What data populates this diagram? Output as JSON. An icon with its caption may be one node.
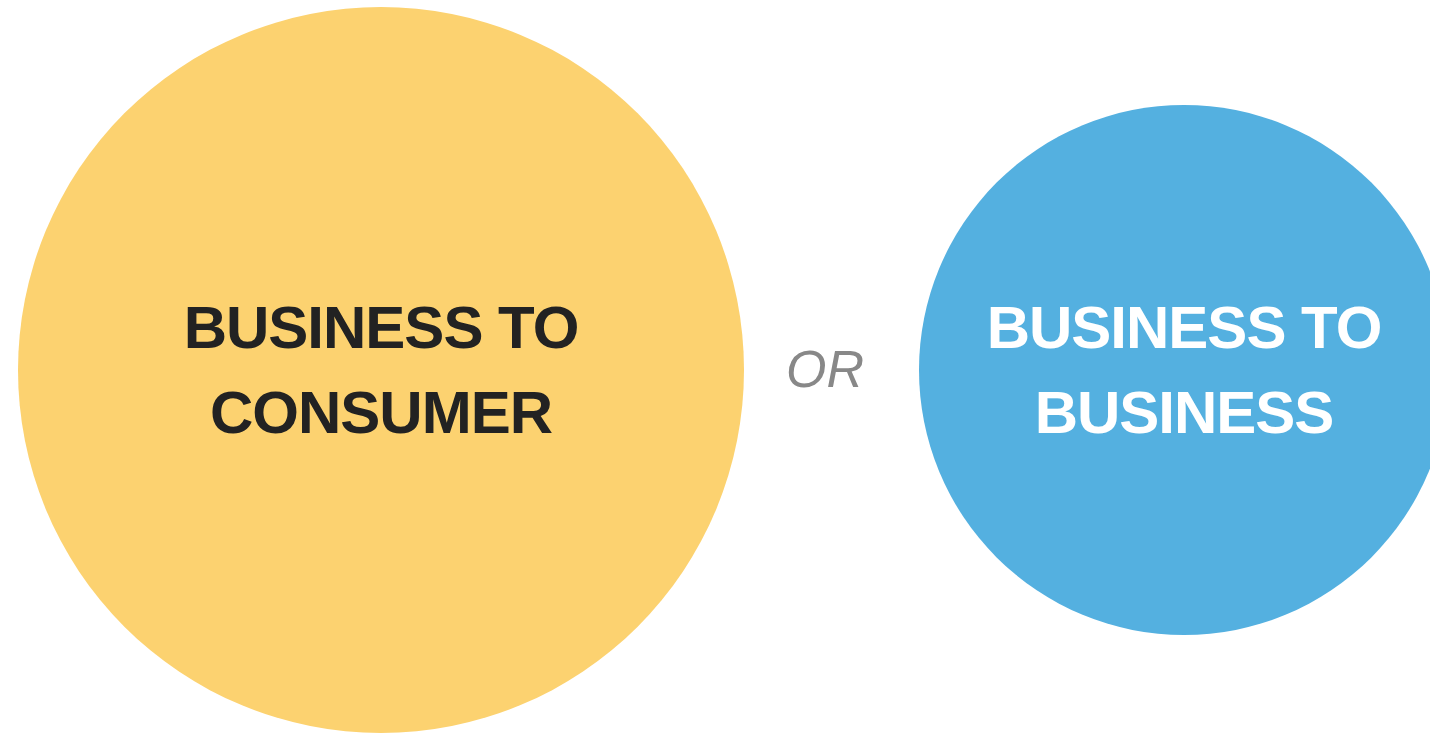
{
  "diagram": {
    "nodes": [
      {
        "text": [
          "BUSINESS TO CONSUMER"
        ]
      },
      {
        "text": [
          "BUSINESS TO BUSINESS"
        ]
      }
    ],
    "labels": [
      "OR"
    ]
  }
}
